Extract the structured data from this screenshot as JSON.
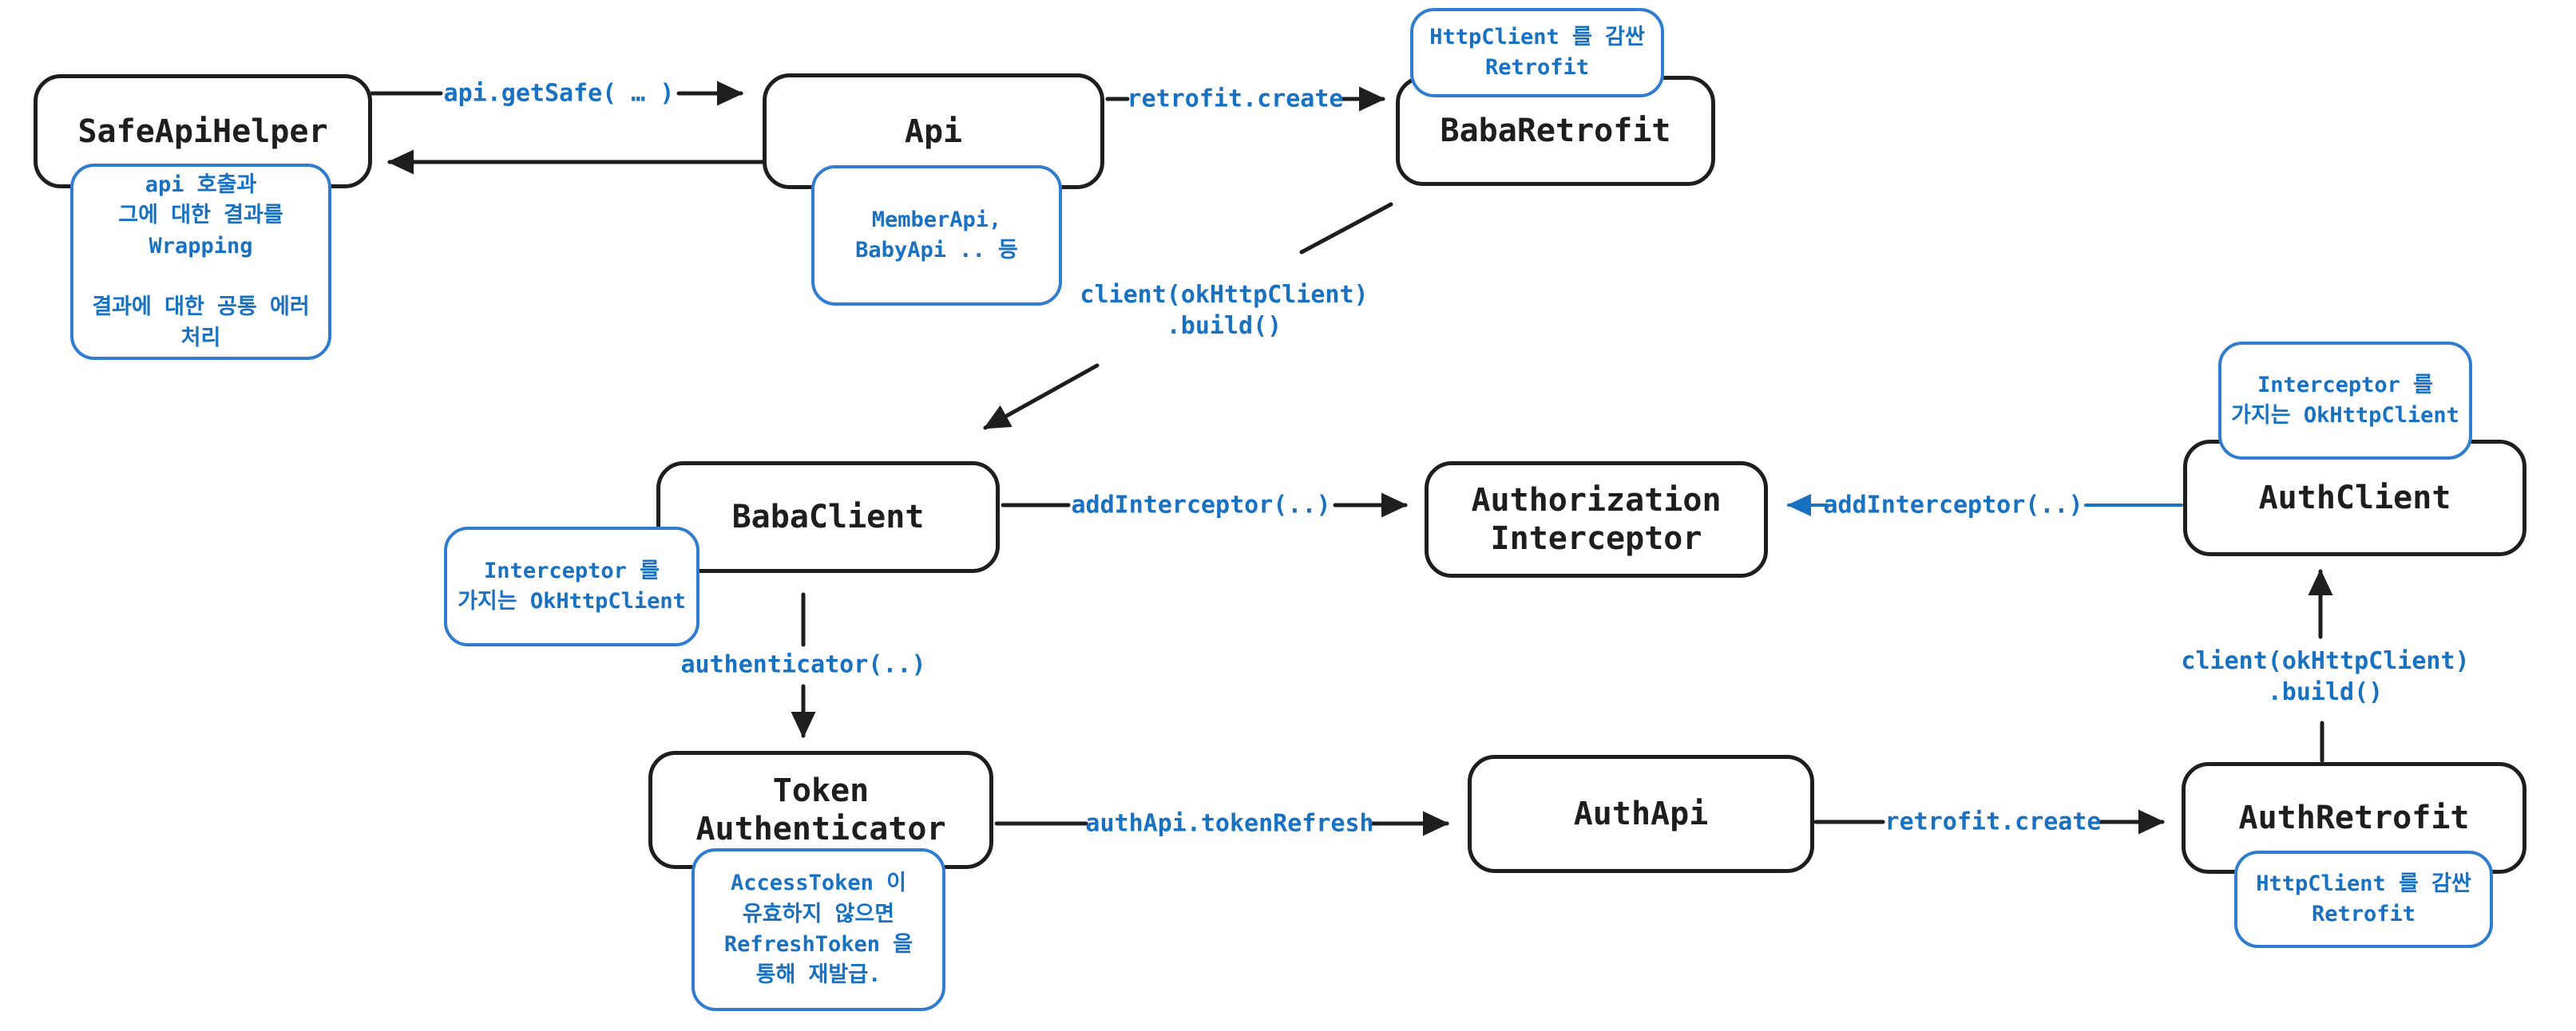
{
  "diagram": {
    "colors": {
      "ink": "#1e1e1e",
      "accent_blue": "#1971c2",
      "background": "#ffffff"
    },
    "nodes": [
      {
        "id": "safe-api-helper",
        "label": "SafeApiHelper"
      },
      {
        "id": "api",
        "label": "Api"
      },
      {
        "id": "baba-retrofit",
        "label": "BabaRetrofit"
      },
      {
        "id": "baba-client",
        "label": "BabaClient"
      },
      {
        "id": "authorization-interceptor",
        "label": "Authorization\nInterceptor"
      },
      {
        "id": "auth-client",
        "label": "AuthClient"
      },
      {
        "id": "token-authenticator",
        "label": "Token\nAuthenticator"
      },
      {
        "id": "auth-api",
        "label": "AuthApi"
      },
      {
        "id": "auth-retrofit",
        "label": "AuthRetrofit"
      }
    ],
    "annotations": [
      {
        "id": "safe-api-helper-note",
        "text": "api 호출과\n그에 대한 결과를\nWrapping\n\n결과에 대한 공통 에러\n처리"
      },
      {
        "id": "api-note",
        "text": "MemberApi,\nBabyApi .. 등"
      },
      {
        "id": "baba-retrofit-note",
        "text": "HttpClient 를 감싼\nRetrofit"
      },
      {
        "id": "baba-client-note",
        "text": "Interceptor 를\n가지는 OkHttpClient"
      },
      {
        "id": "auth-client-note",
        "text": "Interceptor 를\n가지는 OkHttpClient"
      },
      {
        "id": "token-authenticator-note",
        "text": "AccessToken 이\n유효하지 않으면\nRefreshToken 을\n통해 재발급."
      },
      {
        "id": "auth-retrofit-note",
        "text": "HttpClient 를 감싼\nRetrofit"
      }
    ],
    "edge_labels": [
      {
        "id": "api-getsafe",
        "text": "api.getSafe( … )"
      },
      {
        "id": "retrofit-create-top",
        "text": "retrofit.create"
      },
      {
        "id": "client-build-mid",
        "text": "client(okHttpClient)\n.build()"
      },
      {
        "id": "add-interceptor",
        "text": "addInterceptor(..)"
      },
      {
        "id": "add-interceptor-blue",
        "text": "addInterceptor(..)"
      },
      {
        "id": "authenticator",
        "text": "authenticator(..)"
      },
      {
        "id": "authapi-token-refresh",
        "text": "authApi.tokenRefresh"
      },
      {
        "id": "retrofit-create-bottom",
        "text": "retrofit.create"
      },
      {
        "id": "client-build-right",
        "text": "client(okHttpClient)\n.build()"
      }
    ]
  }
}
